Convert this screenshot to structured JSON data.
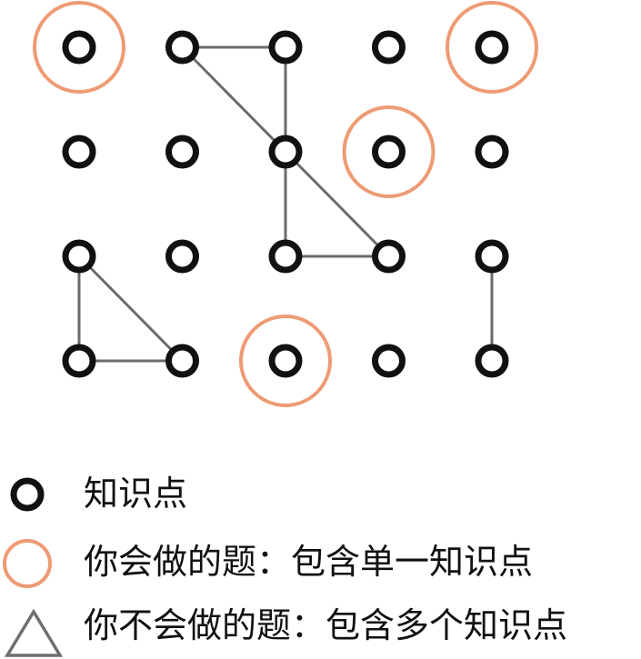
{
  "colors": {
    "node_stroke": "#111111",
    "edge_stroke": "#6b6b6b",
    "known_circle": "#ee9b74",
    "triangle_stroke": "#6f6f6f",
    "text": "#111111"
  },
  "diagram": {
    "grid": {
      "columns": 5,
      "rows": 4
    },
    "nodes": [
      {
        "id": "n1",
        "row": 1,
        "col": 1
      },
      {
        "id": "n2",
        "row": 1,
        "col": 2
      },
      {
        "id": "n3",
        "row": 1,
        "col": 3
      },
      {
        "id": "n4",
        "row": 1,
        "col": 4
      },
      {
        "id": "n5",
        "row": 1,
        "col": 5
      },
      {
        "id": "n6",
        "row": 2,
        "col": 1
      },
      {
        "id": "n7",
        "row": 2,
        "col": 2
      },
      {
        "id": "n8",
        "row": 2,
        "col": 3
      },
      {
        "id": "n9",
        "row": 2,
        "col": 4
      },
      {
        "id": "n10",
        "row": 2,
        "col": 5
      },
      {
        "id": "n11",
        "row": 3,
        "col": 1
      },
      {
        "id": "n12",
        "row": 3,
        "col": 2
      },
      {
        "id": "n13",
        "row": 3,
        "col": 3
      },
      {
        "id": "n14",
        "row": 3,
        "col": 4
      },
      {
        "id": "n15",
        "row": 3,
        "col": 5
      },
      {
        "id": "n16",
        "row": 4,
        "col": 1
      },
      {
        "id": "n17",
        "row": 4,
        "col": 2
      },
      {
        "id": "n18",
        "row": 4,
        "col": 3
      },
      {
        "id": "n19",
        "row": 4,
        "col": 4
      },
      {
        "id": "n20",
        "row": 4,
        "col": 5
      }
    ],
    "edges": [
      [
        "n2",
        "n3"
      ],
      [
        "n2",
        "n8"
      ],
      [
        "n3",
        "n8"
      ],
      [
        "n8",
        "n13"
      ],
      [
        "n8",
        "n14"
      ],
      [
        "n13",
        "n14"
      ],
      [
        "n11",
        "n16"
      ],
      [
        "n11",
        "n17"
      ],
      [
        "n16",
        "n17"
      ],
      [
        "n15",
        "n20"
      ]
    ],
    "known_nodes": [
      "n1",
      "n5",
      "n9",
      "n18"
    ]
  },
  "legend": {
    "knowledge_point": "知识点",
    "known_question": "你会做的题：包含单一知识点",
    "unknown_question": "你不会做的题：包含多个知识点"
  }
}
